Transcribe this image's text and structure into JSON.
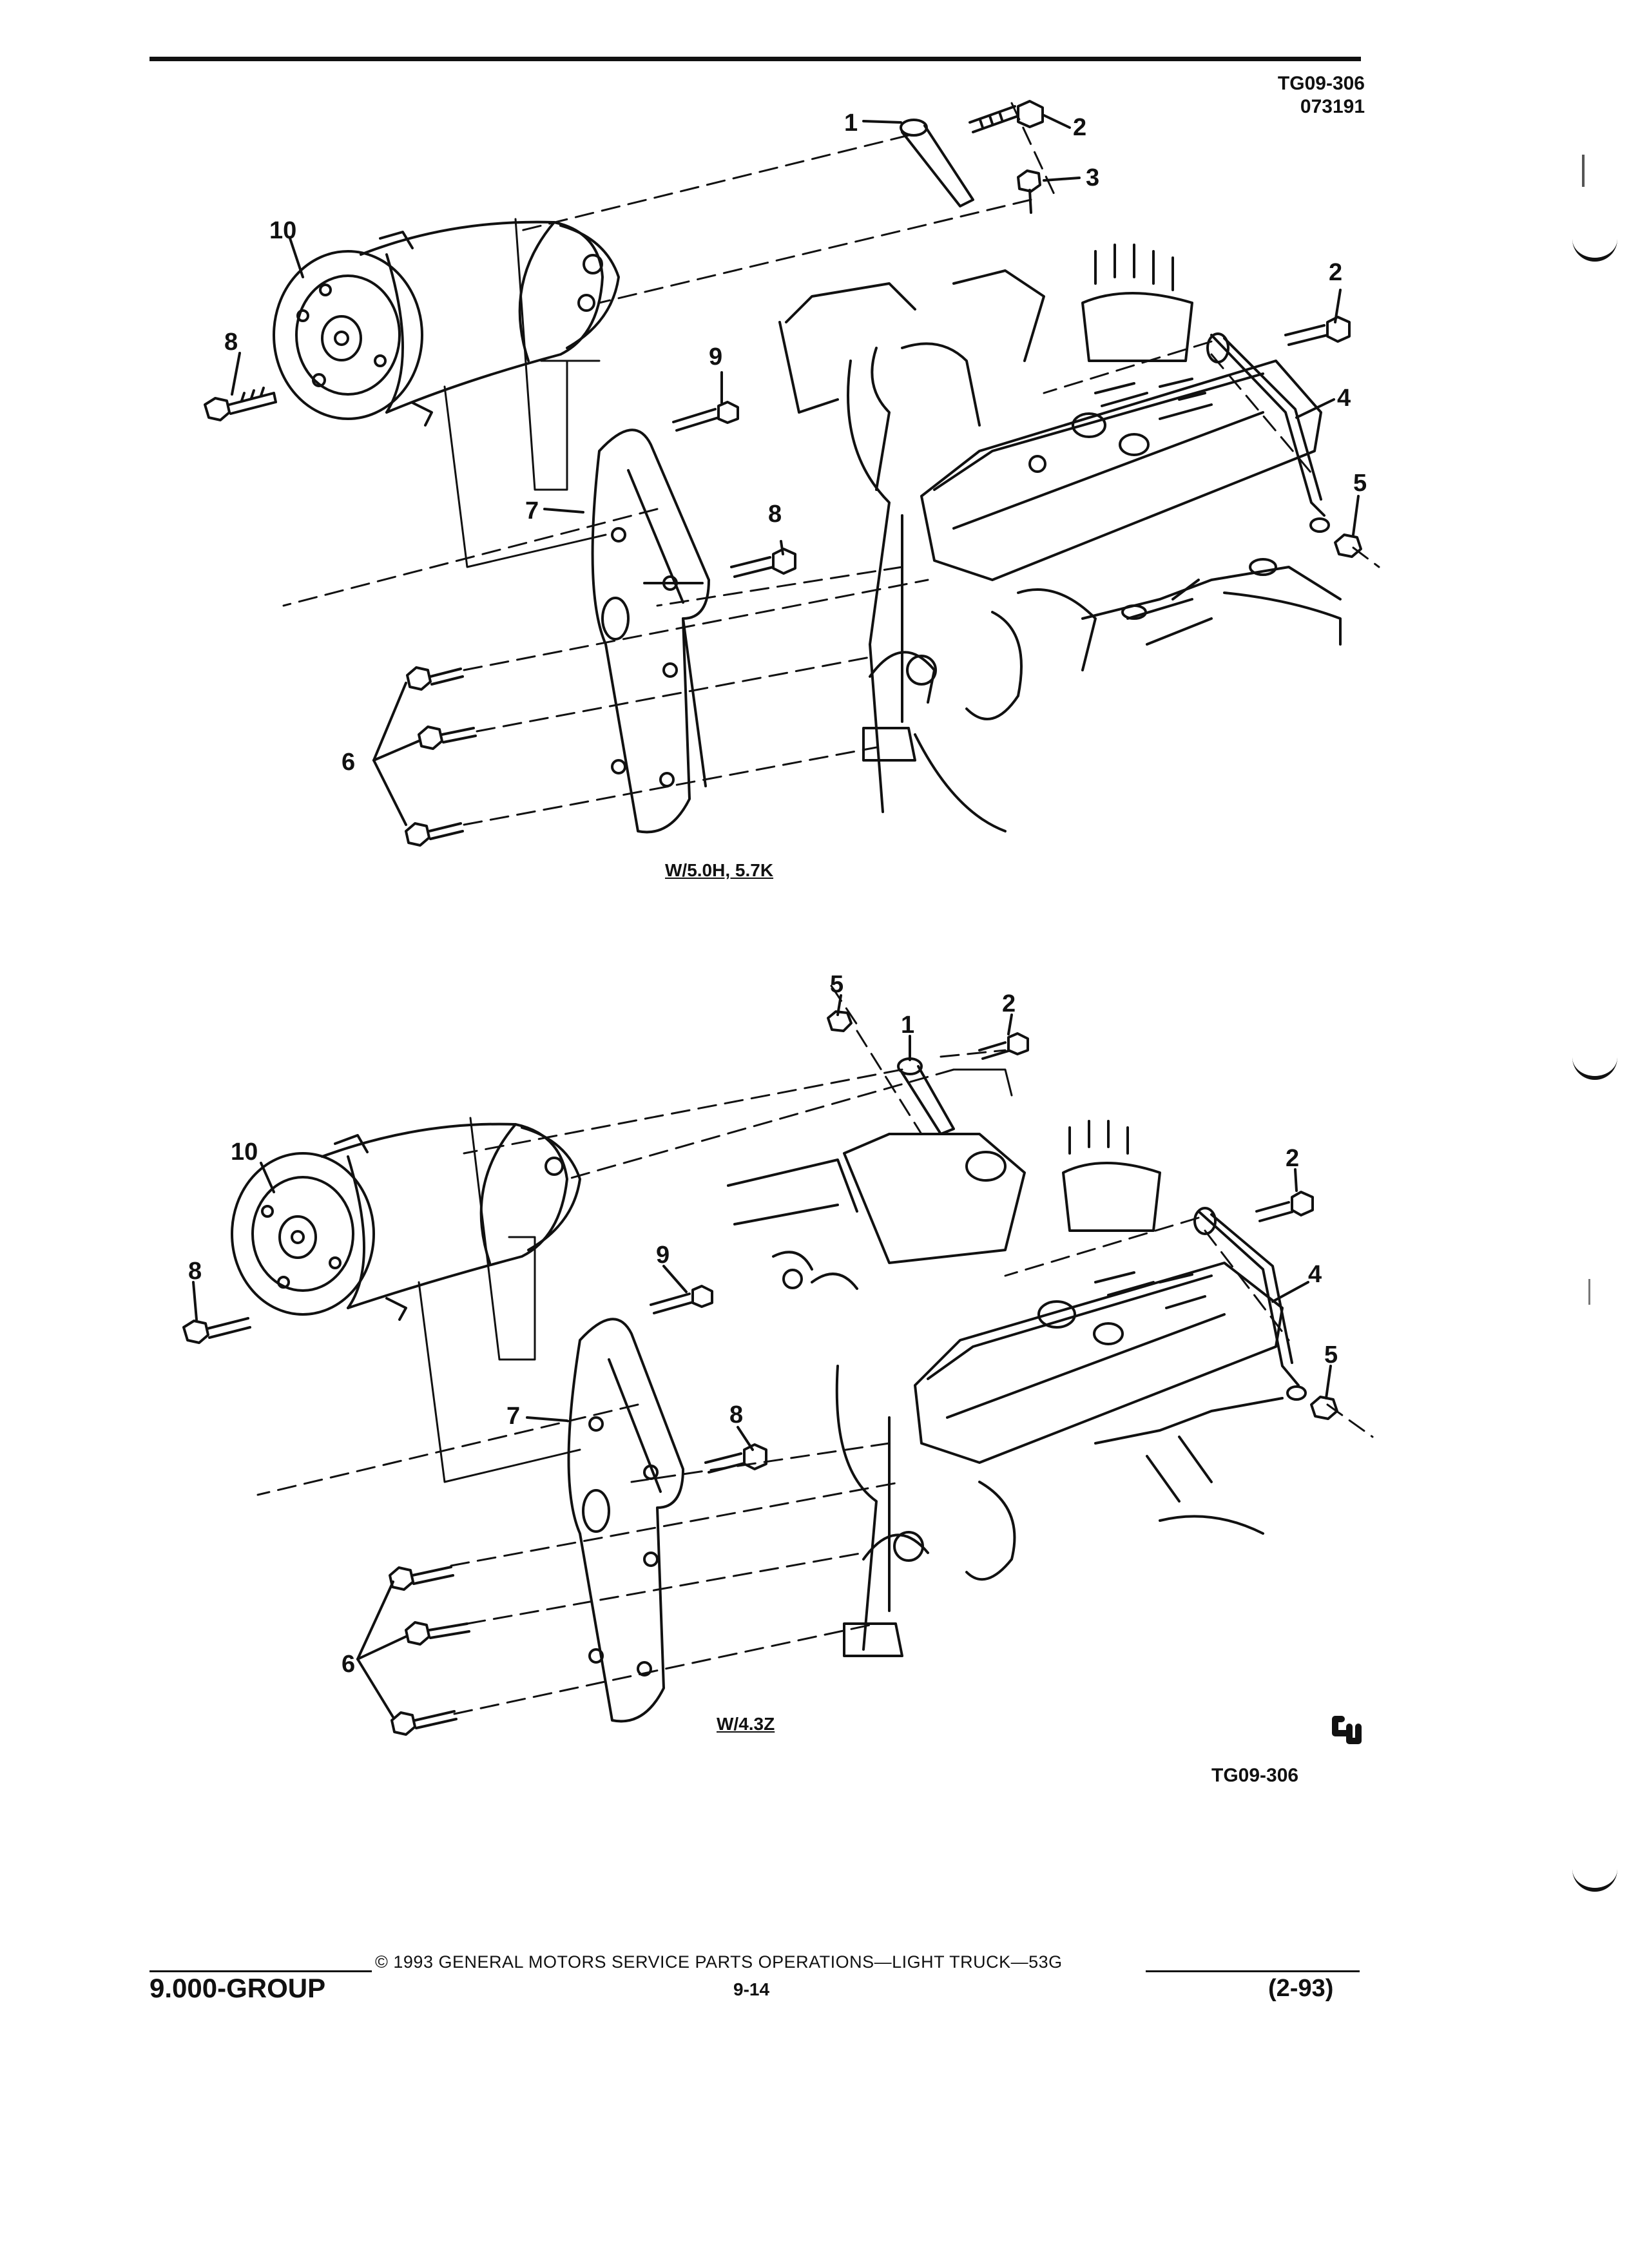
{
  "header": {
    "figure_ref": "TG09-306",
    "figure_date": "073191"
  },
  "diagram_top": {
    "caption": "W/5.0H, 5.7K",
    "callouts": [
      "1",
      "2",
      "3",
      "10",
      "2",
      "8",
      "9",
      "4",
      "5",
      "7",
      "8",
      "6"
    ]
  },
  "diagram_bottom": {
    "caption": "W/4.3Z",
    "callouts": [
      "5",
      "2",
      "1",
      "10",
      "2",
      "8",
      "9",
      "4",
      "5",
      "7",
      "8",
      "6"
    ],
    "logo_text": "GM",
    "figure_ref": "TG09-306"
  },
  "footer": {
    "group": "9.000-GROUP",
    "copyright": "© 1993 GENERAL MOTORS SERVICE PARTS OPERATIONS—LIGHT TRUCK—53G",
    "page": "9-14",
    "date": "(2-93)"
  }
}
